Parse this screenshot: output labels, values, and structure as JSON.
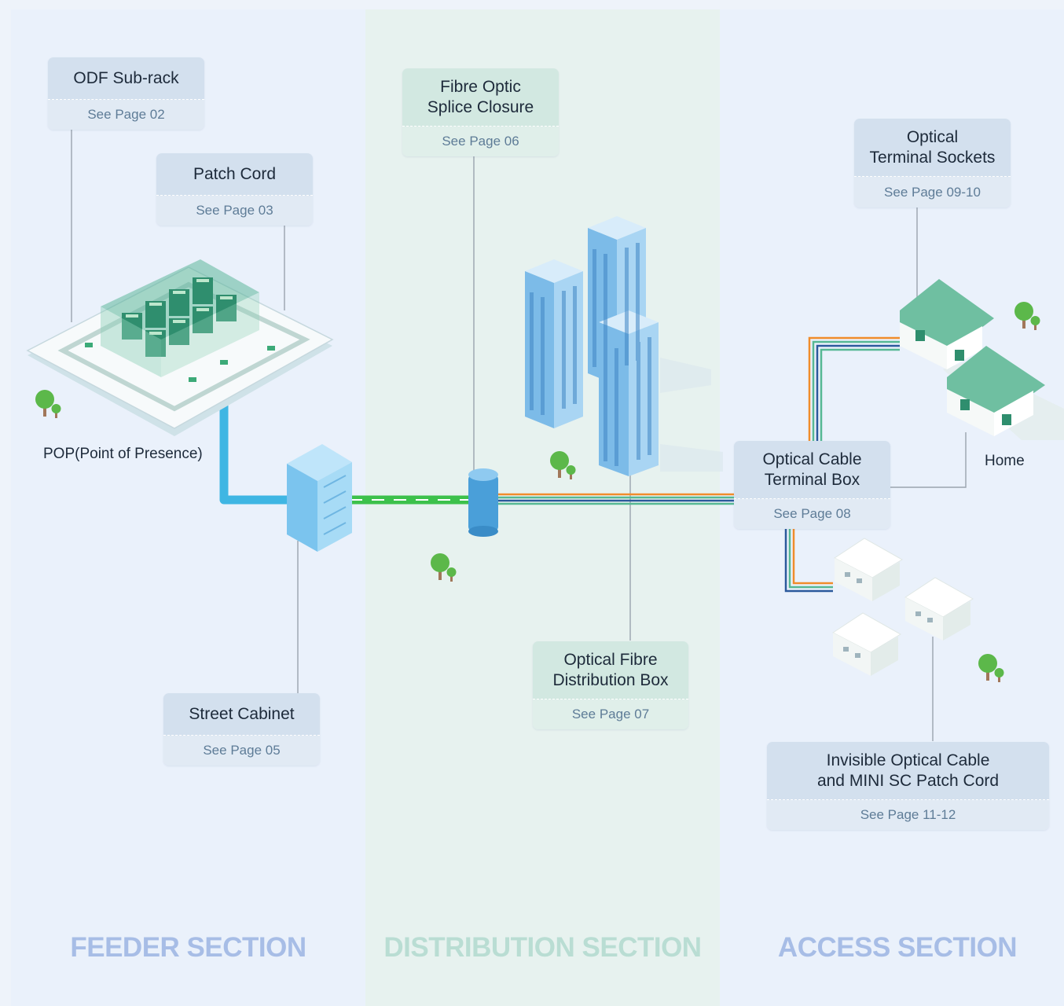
{
  "colors": {
    "feeder_section": "#a7bde6",
    "distribution_section": "#b9ddd3",
    "access_section": "#a7bde6",
    "feeder_cable": "#3fb6e3",
    "distribution_cable": "#3cc14b",
    "fiber_orange": "#f08c2b",
    "fiber_blue": "#2b5a9c",
    "fiber_green": "#56b894",
    "building": "#8ec1ec",
    "house_roof": "#3d9c7d"
  },
  "sections": {
    "feeder": "FEEDER SECTION",
    "distribution": "DISTRIBUTION SECTION",
    "access": "ACCESS SECTION"
  },
  "cards": {
    "odf": {
      "title": "ODF Sub-rack",
      "page": "See Page 02"
    },
    "patch_cord": {
      "title": "Patch Cord",
      "page": "See Page 03"
    },
    "splice": {
      "title": "Fibre Optic\nSplice Closure",
      "page": "See Page 06"
    },
    "sockets": {
      "title": "Optical\nTerminal Sockets",
      "page": "See Page 09-10"
    },
    "terminal_box": {
      "title": "Optical Cable\nTerminal Box",
      "page": "See Page 08"
    },
    "distribution_box": {
      "title": "Optical Fibre\nDistribution Box",
      "page": "See Page 07"
    },
    "street_cabinet": {
      "title": "Street Cabinet",
      "page": "See Page 05"
    },
    "invisible_cable": {
      "title": "Invisible Optical Cable\nand MINI SC Patch Cord",
      "page": "See Page 11-12"
    }
  },
  "labels": {
    "pop": "POP(Point of Presence)",
    "home": "Home"
  }
}
